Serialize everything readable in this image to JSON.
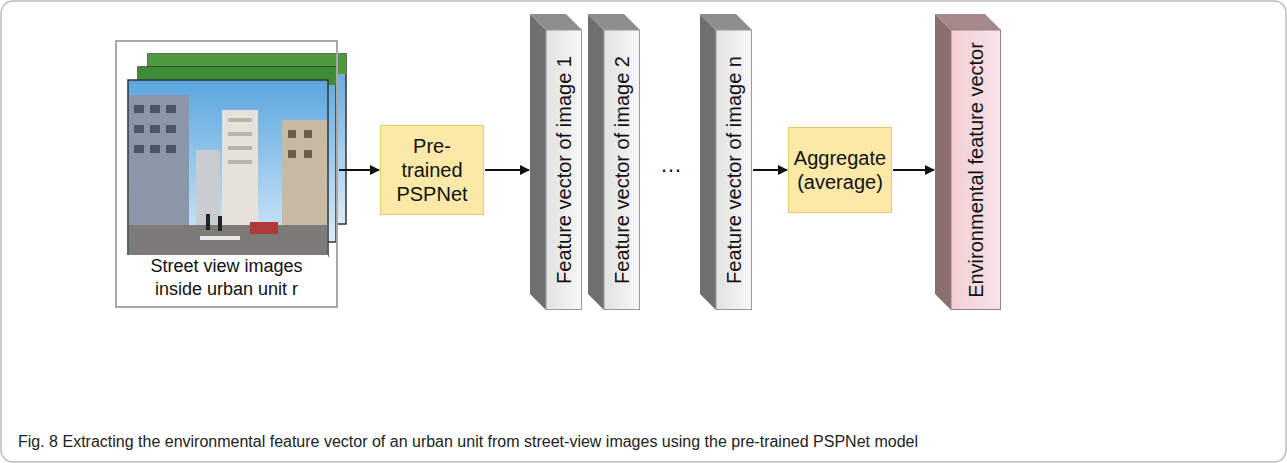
{
  "diagram": {
    "caption": "Fig. 8 Extracting the environmental feature vector of an urban unit from street-view images using the pre-trained PSPNet model",
    "nodes": [
      {
        "text": [
          "Street view images inside urban unit r"
        ]
      },
      {
        "text": [
          "Pre-trained PSPNet"
        ]
      },
      {
        "text": [
          "Feature vector of image 1"
        ]
      },
      {
        "text": [
          "Feature vector of image 2"
        ]
      },
      {
        "text": [
          "Feature vector of image n"
        ]
      },
      {
        "text": [
          "Aggregate (average)"
        ]
      },
      {
        "text": [
          "Environmental feature vector"
        ]
      }
    ],
    "edges": [
      {
        "from": 0,
        "to": 1,
        "arrow": "to"
      },
      {
        "from": 1,
        "to": 2,
        "arrow": "to"
      },
      {
        "from": 4,
        "to": 5,
        "arrow": "to"
      },
      {
        "from": 5,
        "to": 6,
        "arrow": "to"
      }
    ],
    "labels": [
      "…"
    ]
  }
}
